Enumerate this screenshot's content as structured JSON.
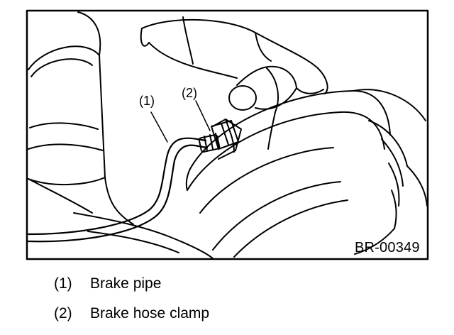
{
  "figure": {
    "ref_code": "BR-00349",
    "callouts": [
      "(1)",
      "(2)"
    ]
  },
  "legend": [
    {
      "num": "(1)",
      "text": "Brake pipe"
    },
    {
      "num": "(2)",
      "text": "Brake hose clamp"
    }
  ]
}
